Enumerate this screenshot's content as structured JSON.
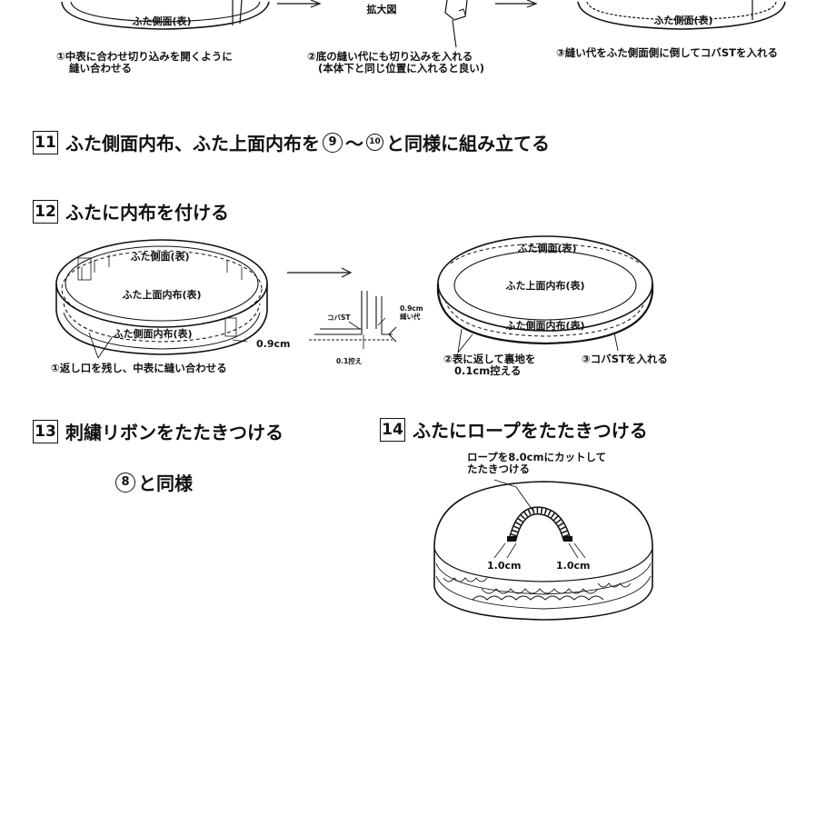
{
  "top": {
    "fig1_label": "ふた側面(表)",
    "enlarge_label": "拡大図",
    "fig3_label": "ふた側面(表)",
    "cap1_line1": "①中表に合わせ切り込みを開くように",
    "cap1_line2": "縫い合わせる",
    "cap2_line1": "②底の縫い代にも切り込みを入れる",
    "cap2_line2": "(本体下と同じ位置に入れると良い)",
    "cap3": "③縫い代をふた側面側に倒してコバSTを入れる"
  },
  "step11": {
    "number": "11",
    "text_before": "ふた側面内布、ふた上面内布を",
    "ref_a": "9",
    "tilde": "〜",
    "ref_b": "10",
    "text_after": "と同様に組み立てる"
  },
  "step12": {
    "number": "12",
    "text": "ふたに内布を付ける",
    "left": {
      "side_label": "ふた側面(表)",
      "top_label": "ふた上面内布(表)",
      "inner_label": "ふた側面内布(表)",
      "measure": "0.9cm",
      "caption": "①返し口を残し、中表に縫い合わせる"
    },
    "detail": {
      "kobast": "コバST",
      "seam_measure": "0.9cm",
      "seam_label": "縫い代",
      "offset": "0.1控え"
    },
    "right": {
      "side_label": "ふた側面(表)",
      "top_label": "ふた上面内布(表)",
      "inner_label": "ふた側面内布(表)",
      "caption2_line1": "②表に返して裏地を",
      "caption2_line2": "0.1cm控える",
      "caption3": "③コバSTを入れる"
    }
  },
  "step13": {
    "number": "13",
    "text": "刺繍リボンをたたきつける",
    "ref": "8",
    "same": "と同様"
  },
  "step14": {
    "number": "14",
    "text": "ふたにロープをたたきつける",
    "note_line1": "ロープを8.0cmにカットして",
    "note_line2": "たたきつける",
    "left_measure": "1.0cm",
    "right_measure": "1.0cm"
  }
}
